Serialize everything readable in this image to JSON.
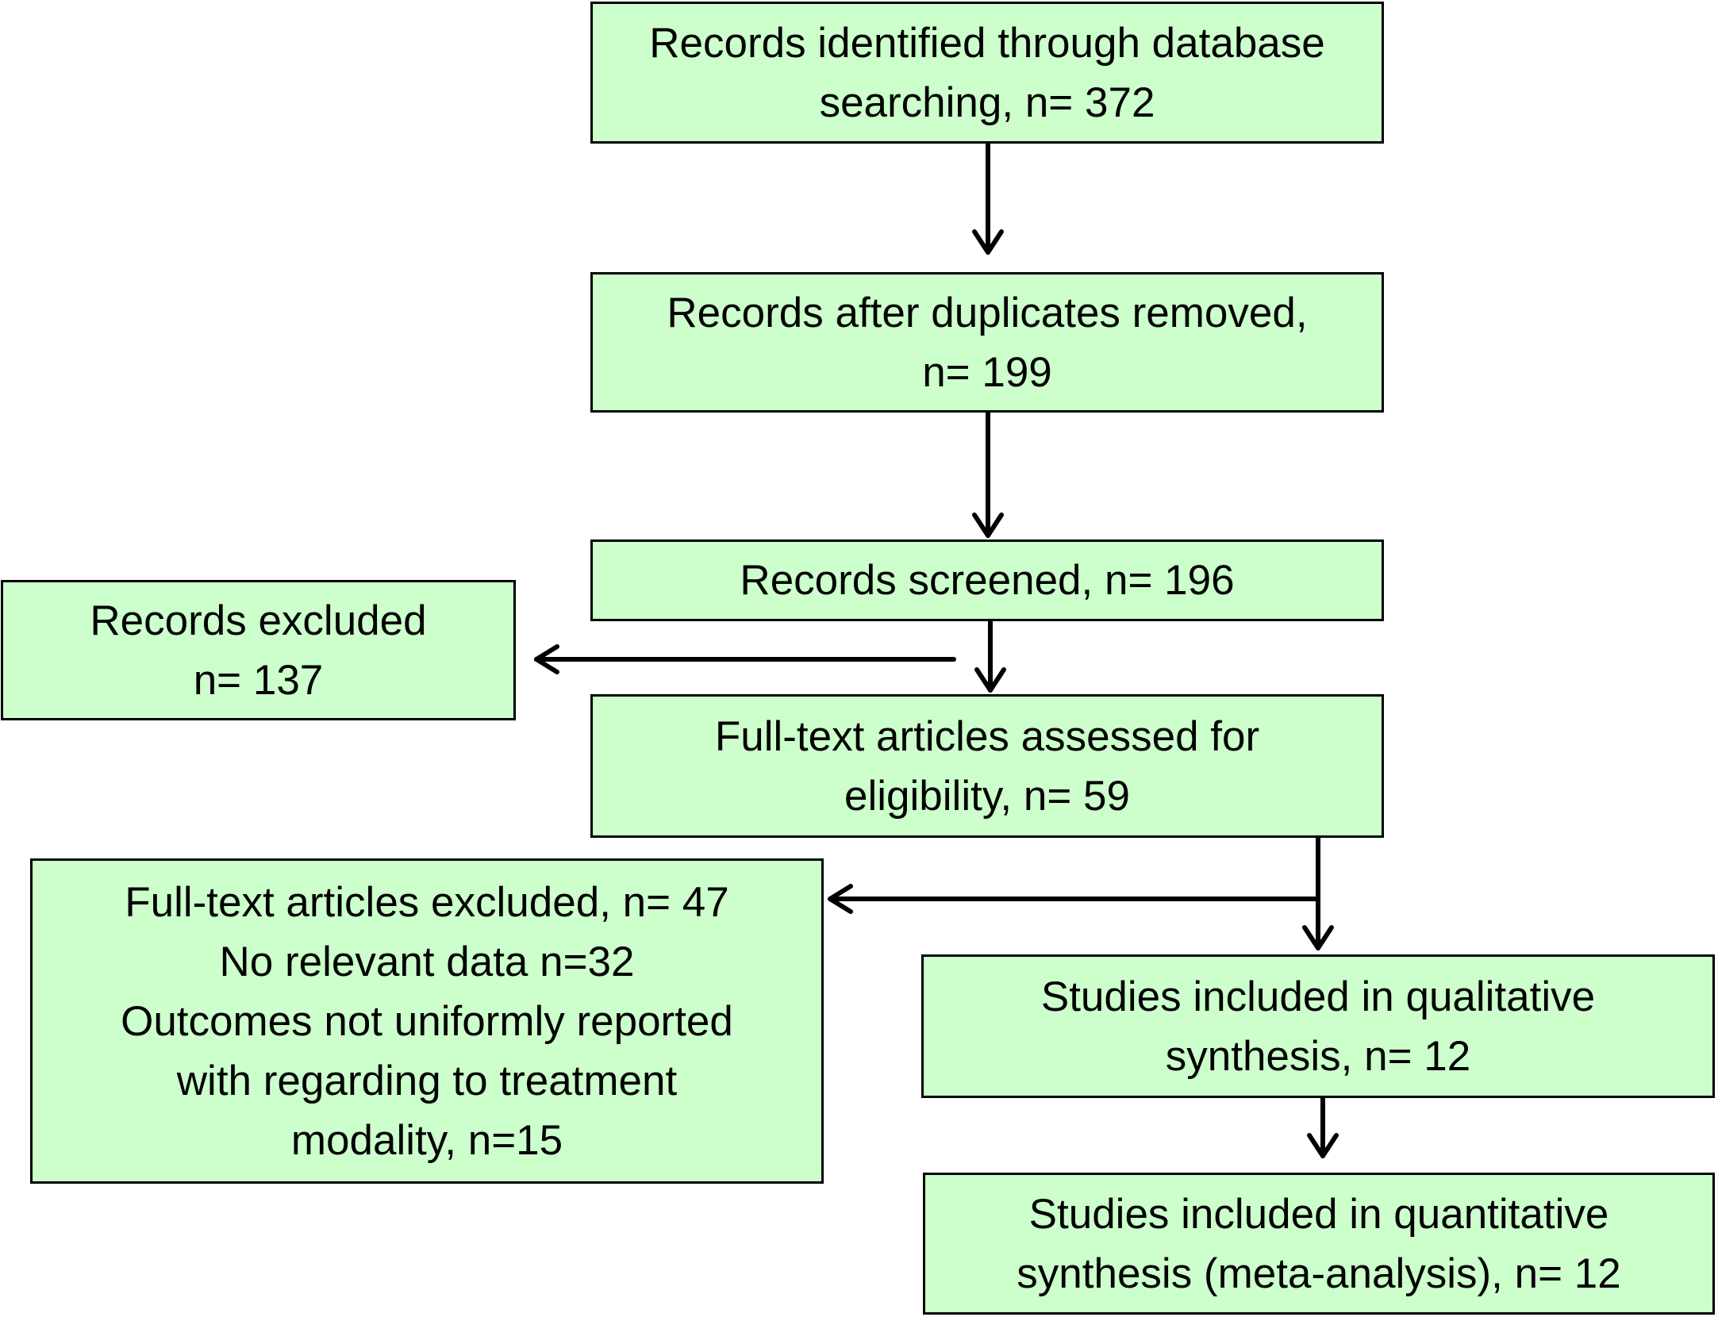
{
  "colors": {
    "box_fill": "#ccffcc",
    "box_border": "#000000",
    "arrow": "#000000",
    "text": "#000000"
  },
  "boxes": {
    "identified": {
      "lines": [
        "Records identified through database",
        "searching, n= 372"
      ]
    },
    "duplicates_removed": {
      "lines": [
        "Records after duplicates removed,",
        "n= 199"
      ]
    },
    "screened": {
      "lines": [
        "Records screened, n= 196"
      ]
    },
    "records_excluded": {
      "lines": [
        "Records excluded",
        "n= 137"
      ]
    },
    "full_text_assessed": {
      "lines": [
        "Full-text articles assessed for",
        "eligibility, n= 59"
      ]
    },
    "full_text_excluded": {
      "lines": [
        "Full-text articles excluded, n= 47",
        "No relevant data n=32",
        "Outcomes not uniformly reported",
        "with regarding to treatment",
        "modality, n=15"
      ]
    },
    "qualitative": {
      "lines": [
        "Studies included in qualitative",
        "synthesis, n= 12"
      ]
    },
    "quantitative": {
      "lines": [
        "Studies included in quantitative",
        "synthesis (meta-analysis), n= 12"
      ]
    }
  }
}
